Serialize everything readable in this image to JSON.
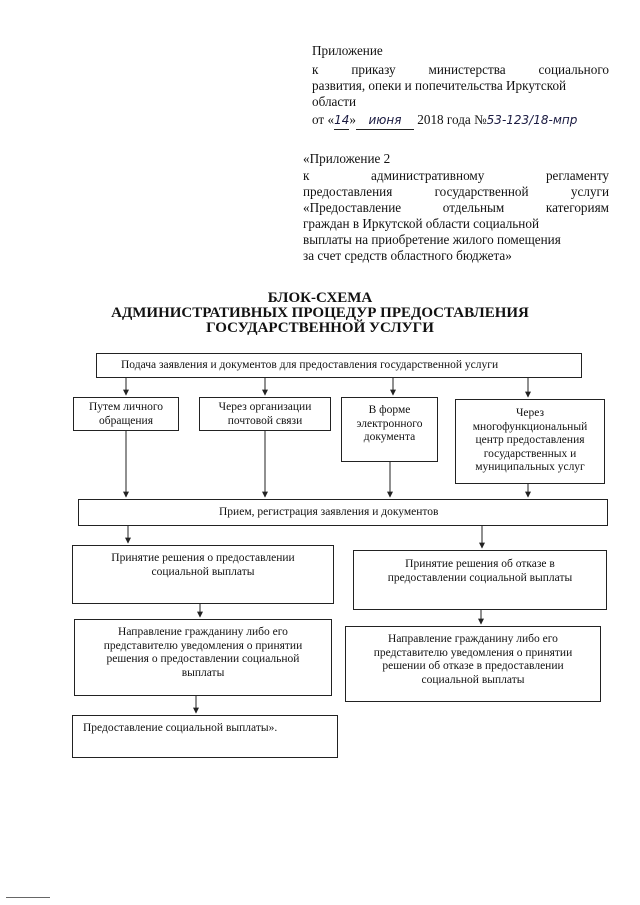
{
  "header": {
    "appendix_label": "Приложение",
    "order_words": [
      "к",
      "приказу",
      "министерства",
      "социального"
    ],
    "order_line2": "развития, опеки и попечительства Иркутской",
    "order_line3": "области",
    "date_prefix": "от «",
    "date_day": "14",
    "date_mid": "»",
    "date_month": "июня",
    "date_year": "2018 года №",
    "order_number": "53-123/18-мпр"
  },
  "appendix2": {
    "line1": "«Приложение 2",
    "line2_words": [
      "к",
      "административному",
      "регламенту"
    ],
    "line3_words": [
      "предоставления",
      "государственной",
      "услуги"
    ],
    "line4_words": [
      "«Предоставление",
      "отдельным",
      "категориям"
    ],
    "line5": "граждан в Иркутской области социальной",
    "line6": "выплаты на приобретение жилого помещения",
    "line7": "за счет средств областного бюджета»"
  },
  "title": {
    "line1": "БЛОК-СХЕМА",
    "line2": "АДМИНИСТРАТИВНЫХ ПРОЦЕДУР ПРЕДОСТАВЛЕНИЯ",
    "line3": "ГОСУДАРСТВЕННОЙ УСЛУГИ"
  },
  "flowchart": {
    "submit": "Подача заявления и документов для предоставления государственной услуги",
    "personal": "Путем личного обращения",
    "postal": "Через организации почтовой связи",
    "electronic": "В форме электронного документа",
    "mfc": "Через многофункциональный центр предоставления государственных и муниципальных услуг",
    "receive": "Прием, регистрация заявления и документов",
    "decision_grant": "Принятие решения о предоставлении социальной выплаты",
    "decision_refuse": "Принятие решения об отказе в предоставлении социальной выплаты",
    "notify_grant": "Направление гражданину либо его представителю уведомления о принятии решения о предоставлении социальной выплаты",
    "notify_refuse": "Направление гражданину либо его представителю уведомления о принятии решении об отказе в предоставлении социальной выплаты",
    "provide": "Предоставление социальной выплаты»."
  }
}
